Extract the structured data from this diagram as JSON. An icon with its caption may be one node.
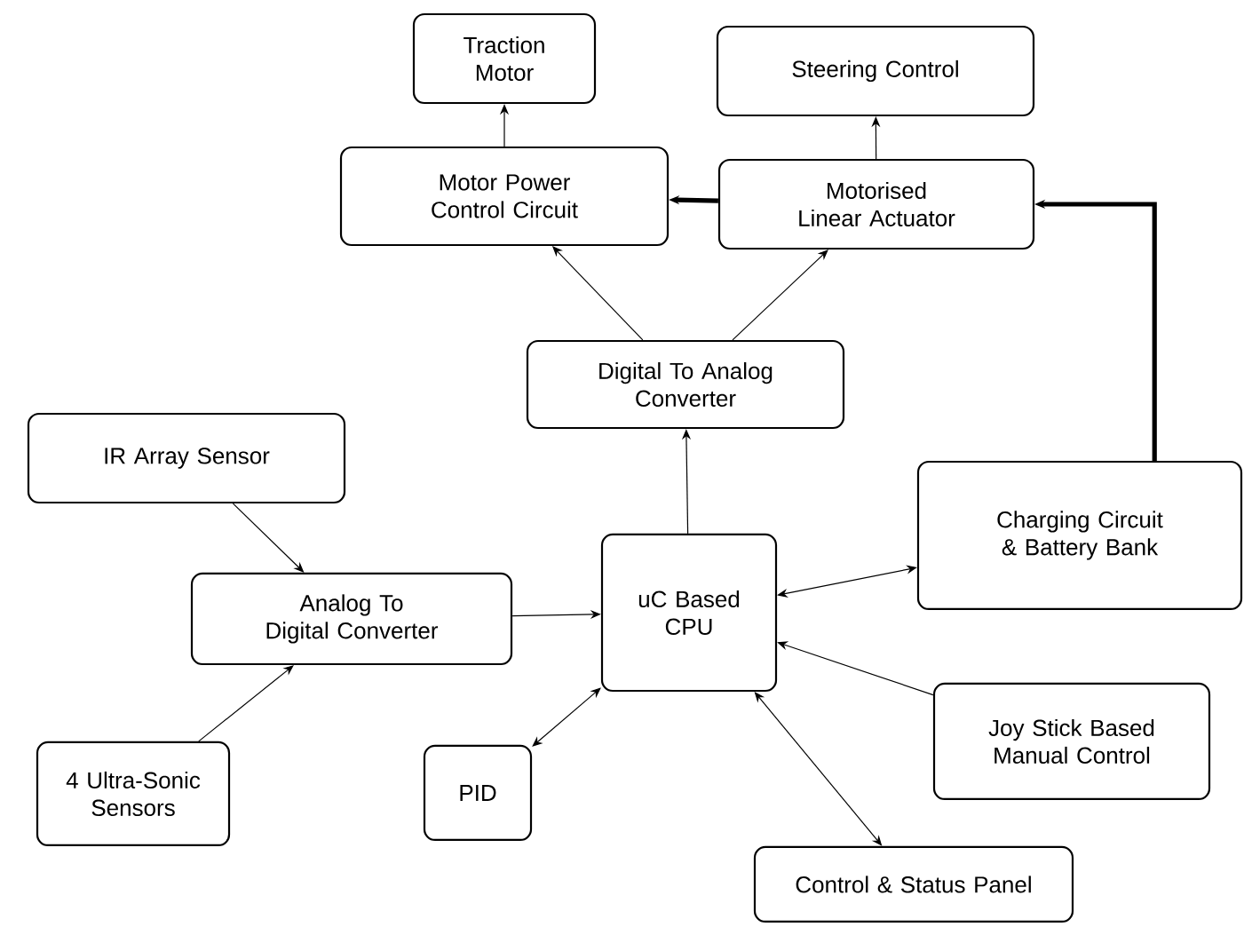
{
  "diagram": {
    "nodes": [
      {
        "text": [
          "Traction Motor"
        ]
      },
      {
        "text": [
          "Steering Control"
        ]
      },
      {
        "text": [
          "Motor Power Control Circuit"
        ]
      },
      {
        "text": [
          "Motorised Linear Actuator"
        ]
      },
      {
        "text": [
          "Digital To Analog Converter"
        ]
      },
      {
        "text": [
          "IR Array Sensor"
        ]
      },
      {
        "text": [
          "Charging Circuit & Battery Bank"
        ]
      },
      {
        "text": [
          "Analog To Digital Converter"
        ]
      },
      {
        "text": [
          "uC Based CPU"
        ]
      },
      {
        "text": [
          "Joy Stick Based Manual Control"
        ]
      },
      {
        "text": [
          "4 Ultra-Sonic Sensors"
        ]
      },
      {
        "text": [
          "PID"
        ]
      },
      {
        "text": [
          "Control & Status Panel"
        ]
      }
    ],
    "edges": [
      {
        "from": 2,
        "to": 0,
        "arrow": "to"
      },
      {
        "from": 3,
        "to": 1,
        "arrow": "to"
      },
      {
        "from": 3,
        "to": 2,
        "arrow": "to",
        "style": "thick"
      },
      {
        "from": 6,
        "to": 3,
        "arrow": "to",
        "style": "thick"
      },
      {
        "from": 4,
        "to": 2,
        "arrow": "to"
      },
      {
        "from": 4,
        "to": 3,
        "arrow": "to"
      },
      {
        "from": 8,
        "to": 4,
        "arrow": "to"
      },
      {
        "from": 5,
        "to": 7,
        "arrow": "to"
      },
      {
        "from": 7,
        "to": 8,
        "arrow": "to"
      },
      {
        "from": 10,
        "to": 7,
        "arrow": "to"
      },
      {
        "from": 8,
        "to": 6,
        "arrow": "both"
      },
      {
        "from": 9,
        "to": 8,
        "arrow": "to"
      },
      {
        "from": 8,
        "to": 11,
        "arrow": "both"
      },
      {
        "from": 8,
        "to": 12,
        "arrow": "both"
      }
    ]
  }
}
